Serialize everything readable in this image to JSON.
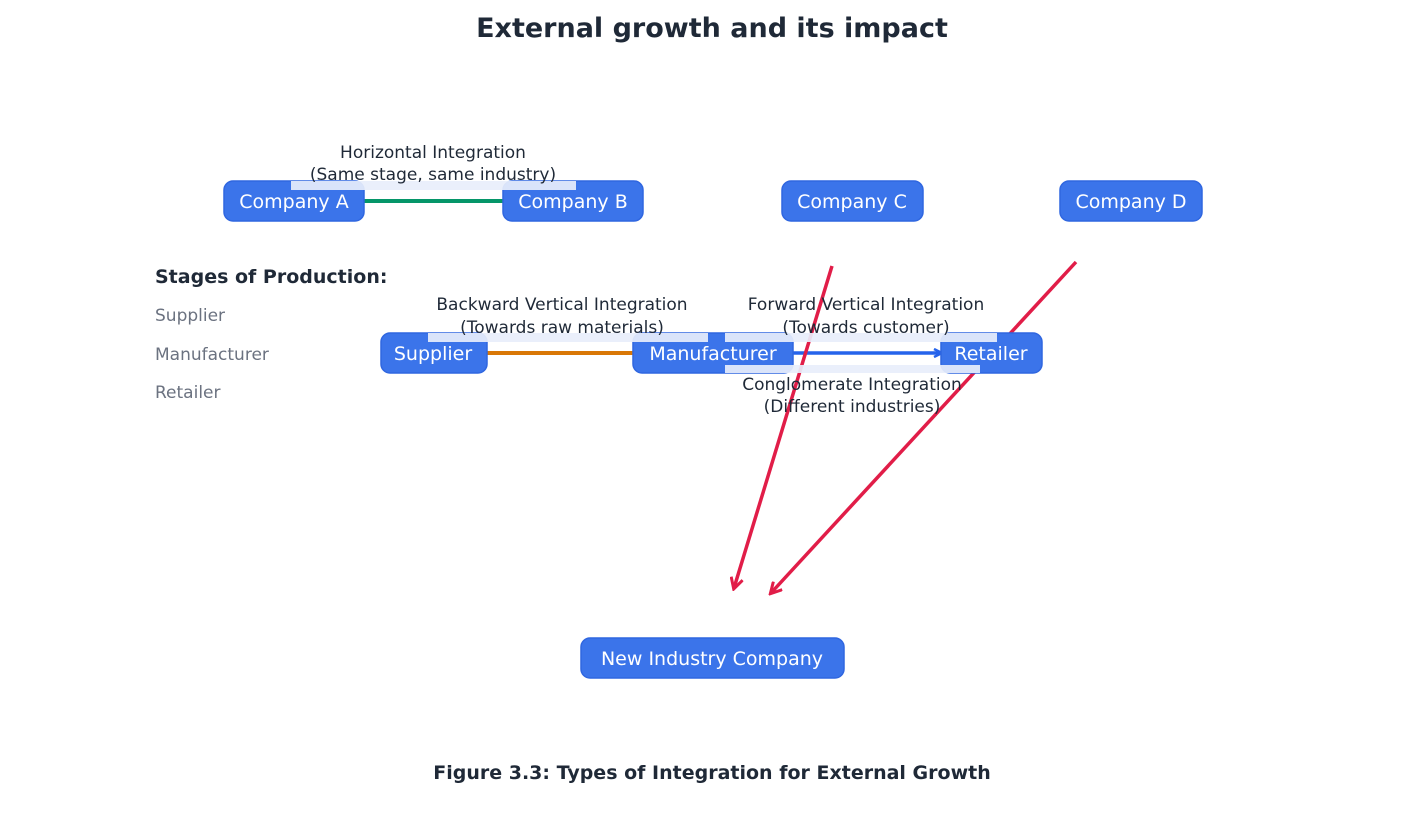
{
  "title": "External growth and its impact",
  "caption": "Figure 3.3: Types of Integration for External Growth",
  "stages_label": "Stages of Production:",
  "stage_list": [
    "Supplier",
    "Manufacturer",
    "Retailer"
  ],
  "nodes": {
    "company_a": "Company A",
    "company_b": "Company B",
    "company_c": "Company C",
    "company_d": "Company D",
    "supplier": "Supplier",
    "manufacturer": "Manufacturer",
    "retailer": "Retailer",
    "new_industry": "New Industry Company"
  },
  "edges": {
    "horizontal": {
      "line1": "Horizontal Integration",
      "line2": "(Same stage, same industry)",
      "color": "#059669"
    },
    "backward": {
      "line1": "Backward Vertical Integration",
      "line2": "(Towards raw materials)",
      "color": "#d97706"
    },
    "forward": {
      "line1": "Forward Vertical Integration",
      "line2": "(Towards customer)",
      "color": "#2563eb"
    },
    "conglomerate": {
      "line1": "Conglomerate Integration",
      "line2": "(Different industries)",
      "color": "#e11d48"
    }
  },
  "colors": {
    "node_fill": "#3b74ea",
    "text": "#1f2937"
  }
}
